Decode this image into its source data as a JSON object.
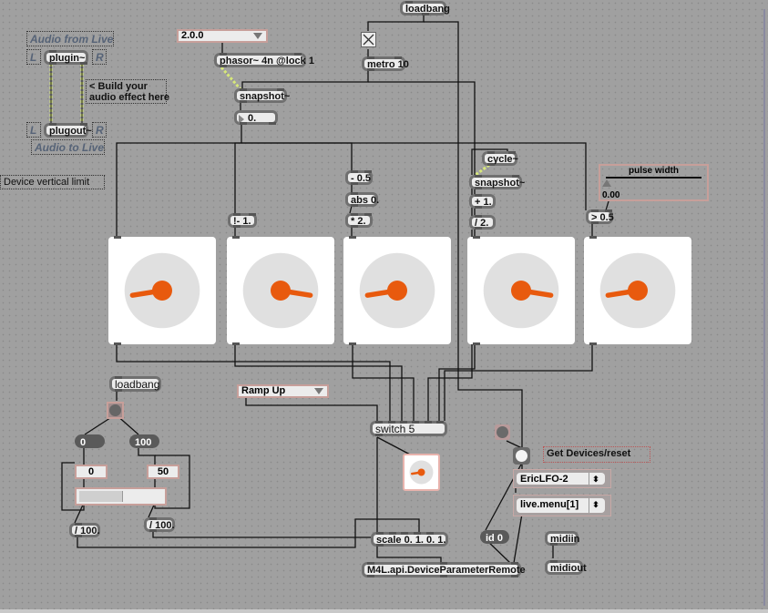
{
  "patcher": {
    "comments": {
      "audio_from_live": "Audio from Live",
      "audio_to_live": "Audio to Live",
      "left_in": "L",
      "right_in": "R",
      "left_out": "L",
      "right_out": "R",
      "build_effect": "< Build your\naudio effect here",
      "device_vertical_limit": "Device vertical limit",
      "get_devices": "Get Devices/reset"
    },
    "objects": {
      "plugin": "plugin~",
      "plugout": "plugout~",
      "loadbang_top": "loadbang",
      "tempo_menu": "2.0.0",
      "phasor": "phasor~ 4n @lock 1",
      "metro": "metro 10",
      "snapshot1": "snapshot~",
      "number_display": "0.",
      "not_minus": "!- 1.",
      "minus_half": "- 0.5",
      "abs": "abs 0.",
      "times_two": "* 2.",
      "cycle": "cycle~",
      "snapshot2": "snapshot~",
      "plus_one": "+ 1.",
      "div_two": "/ 2.",
      "greater_half": "> 0.5",
      "pulse_width_label": "pulse width",
      "pulse_width_value": "0.00",
      "loadbang_bottom": "loadbang",
      "msg_zero": "0",
      "msg_hundred": "100",
      "num_low": "0",
      "num_high": "50",
      "div_hundred_left": "/ 100.",
      "div_hundred_right": "/ 100.",
      "ramp_menu": "Ramp Up",
      "switch": "switch 5",
      "scale": "scale 0. 1. 0. 1.",
      "device_param_remote": "M4L.api.DeviceParameterRemote",
      "id_msg": "id 0",
      "device_menu": "EricLFO-2",
      "param_menu": "live.menu[1]",
      "midiin": "midiin",
      "midiout": "midiout"
    },
    "range_slider": {
      "min": 0,
      "max": 100,
      "low": 0,
      "high": 50
    },
    "pulse_width_slider": {
      "value": 0.0
    },
    "dials": [
      {
        "name": "ramp-up-dial",
        "value": 0.2
      },
      {
        "name": "ramp-down-dial",
        "value": 0.8
      },
      {
        "name": "triangle-dial",
        "value": 0.2
      },
      {
        "name": "sine-dial",
        "value": 0.8
      },
      {
        "name": "square-dial",
        "value": 0.2
      }
    ],
    "output_dial": {
      "value": 0.2
    },
    "colors": {
      "accent": "#e85a0e",
      "dial_track": "#e0e0e0",
      "signal_cord": "#d6e77a",
      "canvas": "#a0a0a0"
    }
  }
}
